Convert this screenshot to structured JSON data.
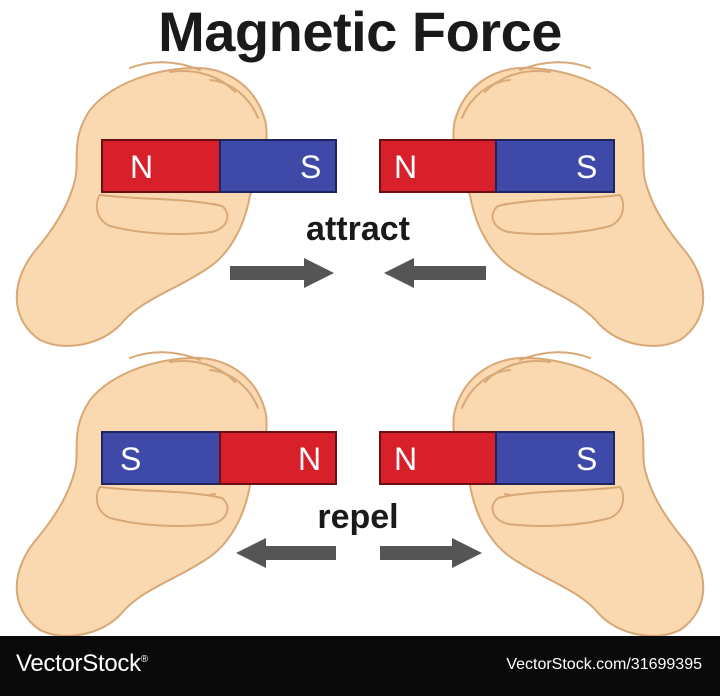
{
  "title": "Magnetic Force",
  "colors": {
    "north": "#d7202a",
    "south": "#3f4aa8",
    "skin": "#fbd9b0",
    "skin_outline": "#d8a877",
    "arrow": "#555555",
    "text": "#1a1a1a"
  },
  "rows": [
    {
      "label": "attract",
      "left_magnet": [
        "N",
        "S"
      ],
      "right_magnet": [
        "N",
        "S"
      ],
      "arrows": "inward"
    },
    {
      "label": "repel",
      "left_magnet": [
        "S",
        "N"
      ],
      "right_magnet": [
        "N",
        "S"
      ],
      "arrows": "outward"
    }
  ],
  "footer": {
    "brand": "VectorStock",
    "registered": "®",
    "url": "VectorStock.com/31699395"
  }
}
